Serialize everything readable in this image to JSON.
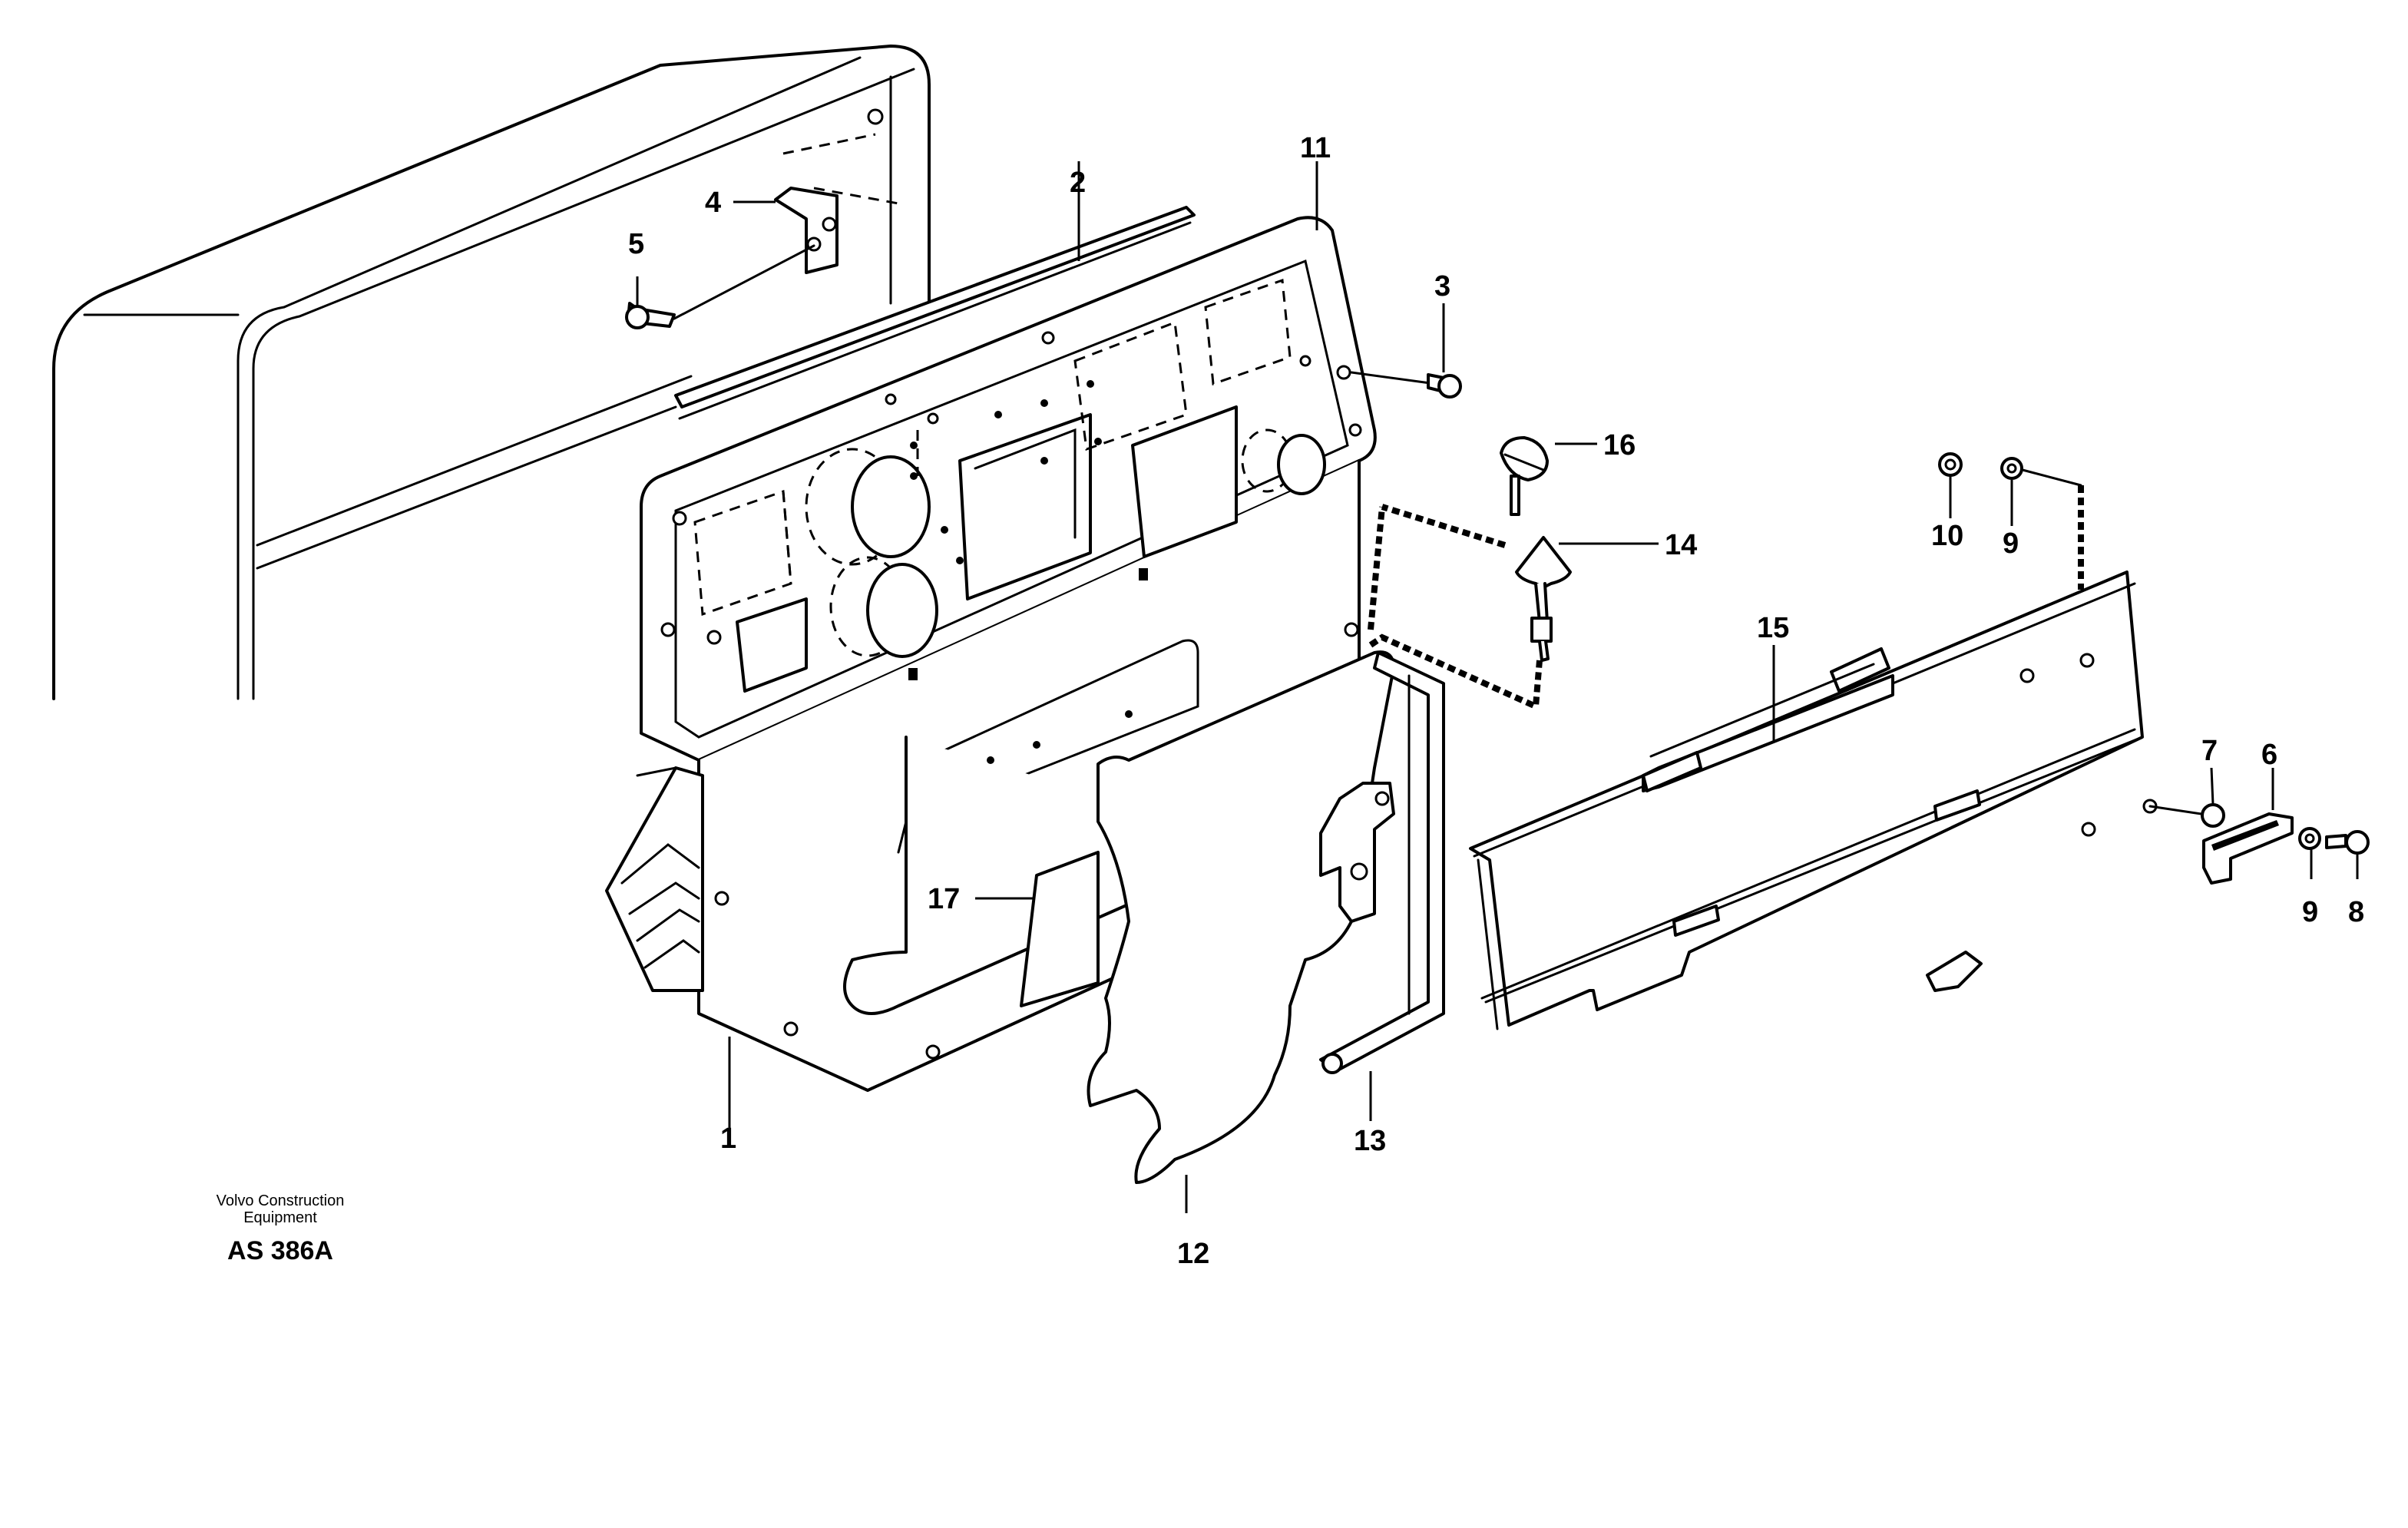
{
  "diagram": {
    "callouts": {
      "c1": "1",
      "c2": "2",
      "c3": "3",
      "c4": "4",
      "c5": "5",
      "c6": "6",
      "c7": "7",
      "c8": "8",
      "c9a": "9",
      "c9b": "9",
      "c10": "10",
      "c11": "11",
      "c12": "12",
      "c13": "13",
      "c14": "14",
      "c15": "15",
      "c16": "16",
      "c17": "17"
    },
    "footer": {
      "maker_line1": "Volvo Construction",
      "maker_line2": "Equipment",
      "reference": "AS 386A"
    }
  }
}
